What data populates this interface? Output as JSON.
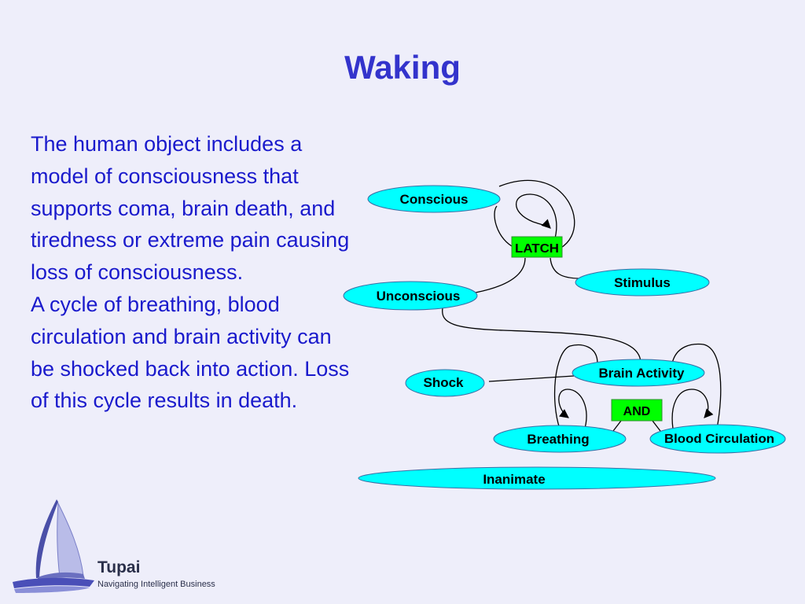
{
  "slide": {
    "title": "Waking",
    "paragraphs": [
      "The human object includes a model of consciousness that supports coma, brain death, and tiredness or extreme pain causing loss of consciousness.",
      "A cycle of breathing, blood circulation and brain activity can be shocked back into action. Loss of this cycle results in death."
    ]
  },
  "diagram": {
    "nodes": {
      "conscious": "Conscious",
      "unconscious": "Unconscious",
      "stimulus": "Stimulus",
      "shock": "Shock",
      "brain_activity": "Brain Activity",
      "breathing": "Breathing",
      "blood_circulation": "Blood Circulation",
      "inanimate": "Inanimate"
    },
    "gates": {
      "latch": "LATCH",
      "and": "AND"
    },
    "colors": {
      "node_fill": "#00ffff",
      "node_stroke": "#3a6ea5",
      "gate_fill": "#00ff00",
      "title": "#3333cc",
      "text": "#1a1acc",
      "background": "#eeeefa"
    }
  },
  "branding": {
    "name": "Tupai",
    "tagline": "Navigating Intelligent Business"
  }
}
